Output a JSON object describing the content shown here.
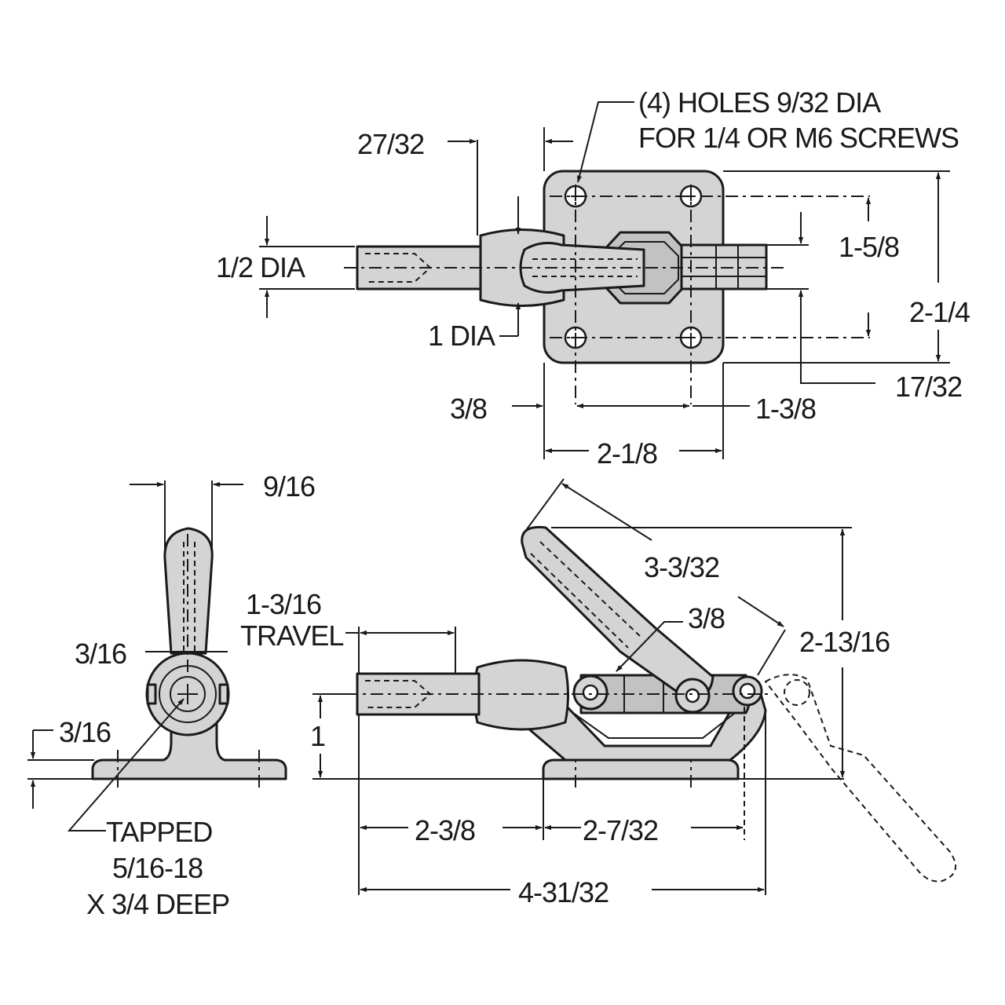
{
  "top_view": {
    "note_line1": "(4) HOLES 9/32 DIA",
    "note_line2": "FOR 1/4 OR M6 SCREWS",
    "dim_27_32": "27/32",
    "dim_half_dia": "1/2 DIA",
    "dim_one_dia": "1 DIA",
    "dim_1_5_8": "1-5/8",
    "dim_2_1_4": "2-1/4",
    "dim_17_32": "17/32",
    "dim_3_8": "3/8",
    "dim_1_3_8": "1-3/8",
    "dim_2_1_8": "2-1/8"
  },
  "end_view": {
    "dim_9_16": "9/16",
    "dim_3_16_a": "3/16",
    "dim_3_16_b": "3/16",
    "tapped_line1": "TAPPED",
    "tapped_line2": "5/16-18",
    "tapped_line3": "X 3/4 DEEP"
  },
  "side_view": {
    "travel_line1": "1-3/16",
    "travel_line2": "TRAVEL",
    "dim_3_3_32": "3-3/32",
    "dim_3_8": "3/8",
    "dim_2_13_16": "2-13/16",
    "dim_1": "1",
    "dim_2_3_8": "2-3/8",
    "dim_2_7_32": "2-7/32",
    "dim_4_31_32": "4-31/32"
  }
}
